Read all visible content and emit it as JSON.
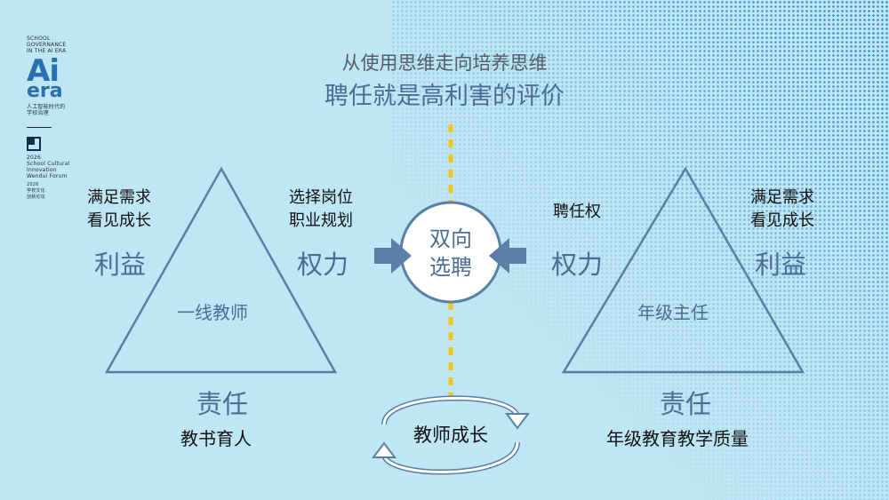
{
  "logo": {
    "line1": "SCHOOL",
    "line2": "GOVERNANCE",
    "line3": "IN THE AI ERA",
    "big_top": "Ai",
    "big_bottom": "era",
    "cn_line1": "人工智能时代的",
    "cn_line2": "学校治理",
    "forum_year": "2026",
    "forum_line1": "School Cultural",
    "forum_line2": "Innovation",
    "forum_line3": "Wendui Forum",
    "forum_small_year": "2026",
    "forum_cn1": "学校文化",
    "forum_cn2": "创新论坛"
  },
  "title": {
    "subtitle": "从使用思维走向培养思维",
    "main": "聘任就是高利害的评价"
  },
  "left": {
    "interest_desc_1": "满足需求",
    "interest_desc_2": "看见成长",
    "interest": "利益",
    "power_desc_1": "选择岗位",
    "power_desc_2": "职业规划",
    "power": "权力",
    "role": "一线教师",
    "responsibility": "责任",
    "responsibility_desc": "教书育人"
  },
  "center": {
    "circle_line1": "双向",
    "circle_line2": "选聘",
    "growth": "教师成长"
  },
  "right": {
    "power_desc": "聘任权",
    "power": "权力",
    "interest_desc_1": "满足需求",
    "interest_desc_2": "看见成长",
    "interest": "利益",
    "role": "年级主任",
    "responsibility": "责任",
    "responsibility_desc": "年级教育教学质量"
  },
  "colors": {
    "background": "#bfe6f4",
    "triangle_stroke": "#5a7fa6",
    "arrow_fill": "#5b7fa8",
    "dashed_line": "#f3c318",
    "accent_text": "#4a6d96"
  }
}
